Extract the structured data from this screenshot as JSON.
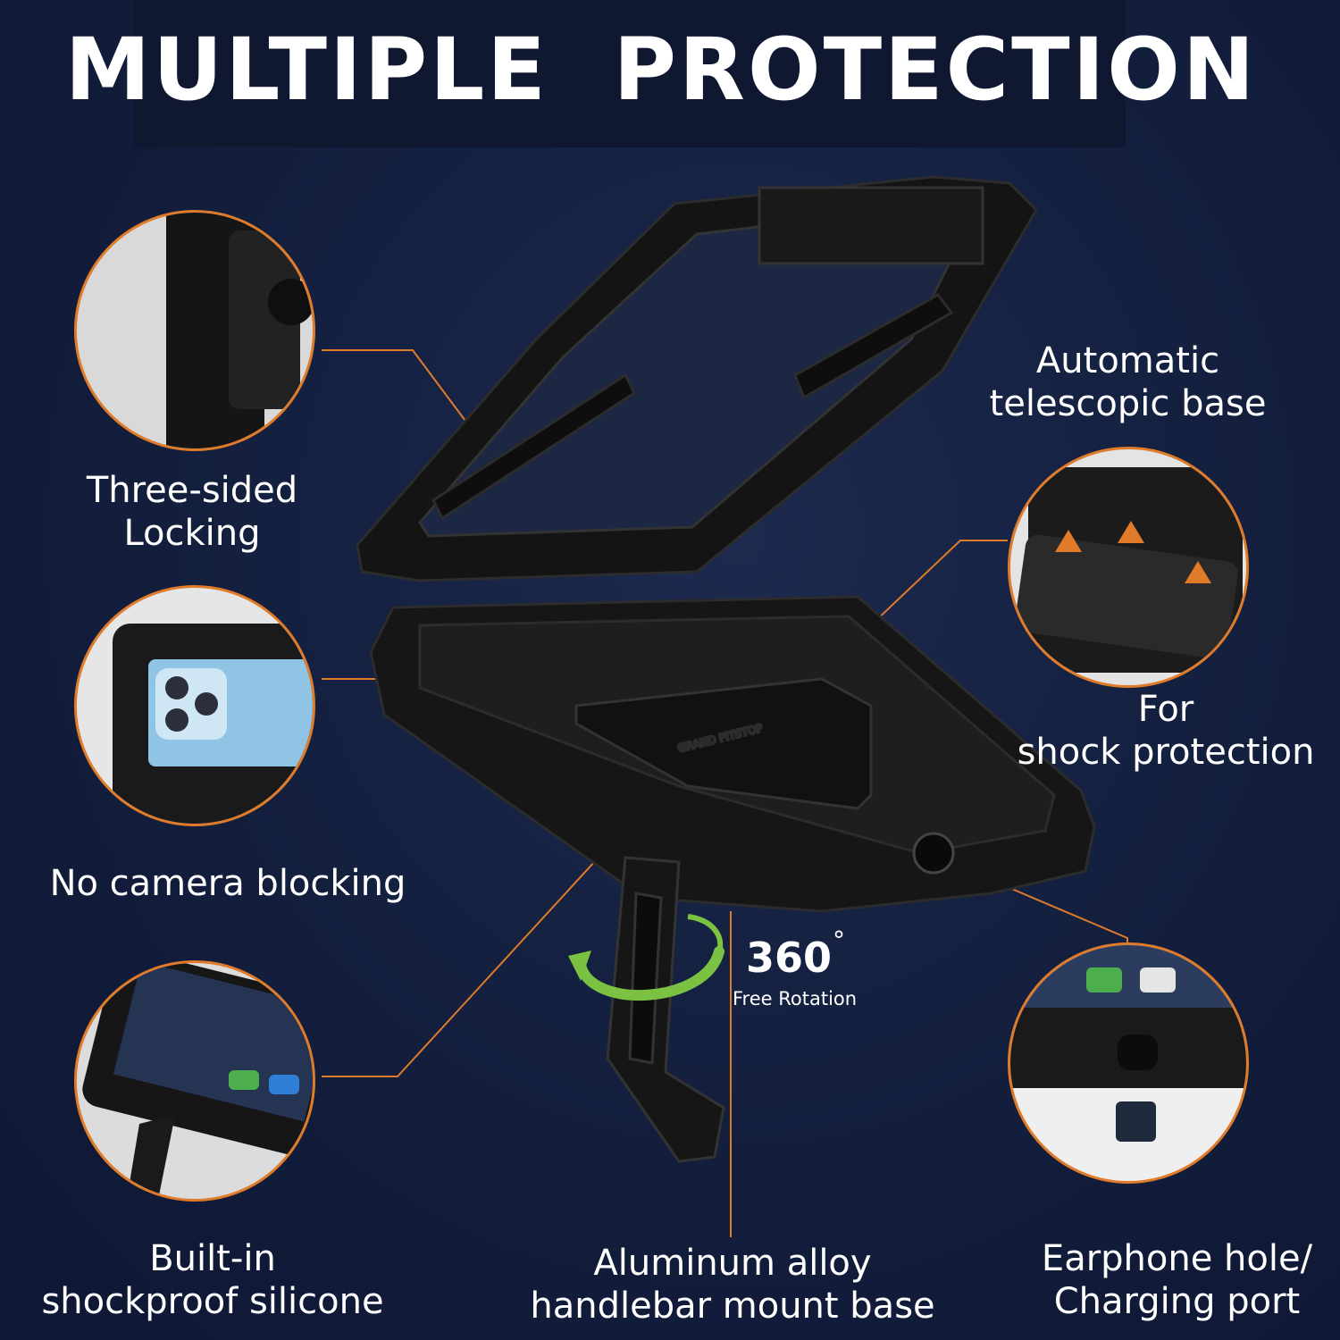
{
  "title": "MULTIPLE  PROTECTION",
  "features": {
    "three_sided": [
      "Three-sided",
      "Locking"
    ],
    "no_camera": "No camera blocking",
    "shockproof": [
      "Built-in",
      "shockproof silicone"
    ],
    "telescopic": [
      "Automatic",
      "telescopic base"
    ],
    "shock": [
      "For",
      "shock protection"
    ],
    "aluminum": [
      "Aluminum alloy",
      "handlebar mount base"
    ],
    "earphone": [
      "Earphone hole/",
      "Charging port"
    ]
  },
  "rotation": {
    "value": "360",
    "degree": "°",
    "label": "Free Rotation"
  },
  "brand": "GRAND PITSTOP",
  "colors": {
    "accent": "#e07b2a",
    "background": "#14203f",
    "rotation_arrow": "#7cc242"
  }
}
